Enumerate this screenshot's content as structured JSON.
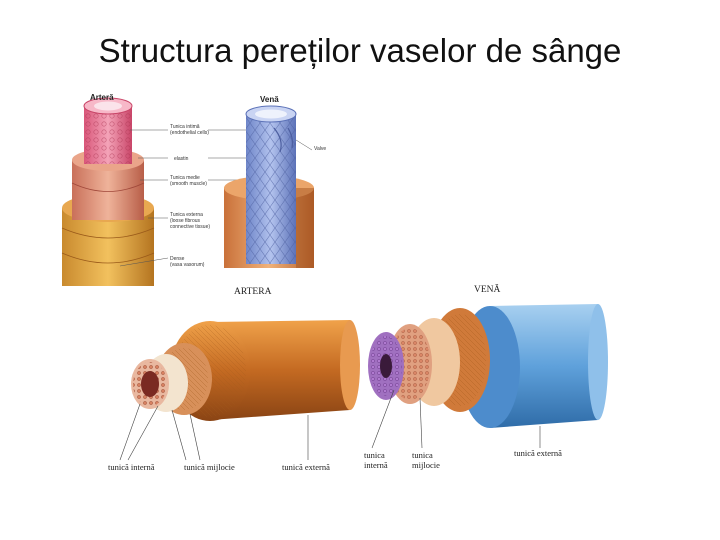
{
  "title": "Structura pereților vaselor de sânge",
  "top_figure": {
    "artery_heading": "Arteră",
    "vein_heading": "Venă",
    "labels": {
      "tunica_intima": "Tunica intimă",
      "endothelial": "(endothelial cells)",
      "elastin": "elastin",
      "tunica_media": "Tunica medie",
      "smooth_muscle": "(smooth muscle)",
      "tunica_externa": "Tunica externa",
      "loose_fibrous": "(loose fibrous",
      "connective": "connective tissue)",
      "vasa_1": "Dense",
      "vasa_2": "(vasa vasorum)",
      "valve": "Valve"
    }
  },
  "bottom_figure": {
    "artery_heading": "ARTERA",
    "vein_heading": "VENĂ",
    "artery_labels": [
      "tunică internă",
      "tunică mijlocie",
      "tunică externă"
    ],
    "vein_labels": {
      "intima_1": "tunica",
      "intima_2": "internă",
      "media_1": "tunica",
      "media_2": "mijlocie",
      "externa": "tunică externă"
    }
  }
}
